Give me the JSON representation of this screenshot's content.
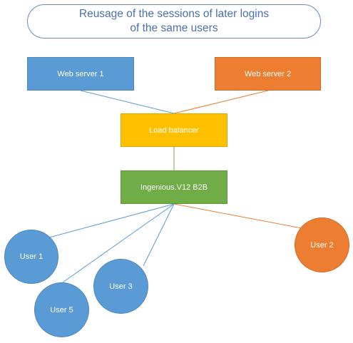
{
  "title": "Reusage of the sessions of later logins\nof the same users",
  "nodes": {
    "web_server_1": "Web server 1",
    "web_server_2": "Web server 2",
    "load_balancer": "Load balancer",
    "ingenious": "Ingenious.V12 B2B",
    "user_1": "User 1",
    "user_2": "User 2",
    "user_3": "User 3",
    "user_5": "User 5"
  },
  "colors": {
    "blue": "#5b9bd5",
    "orange": "#ed7d31",
    "yellow": "#ffc000",
    "green": "#70ad47",
    "title_text": "#4a71ad"
  }
}
